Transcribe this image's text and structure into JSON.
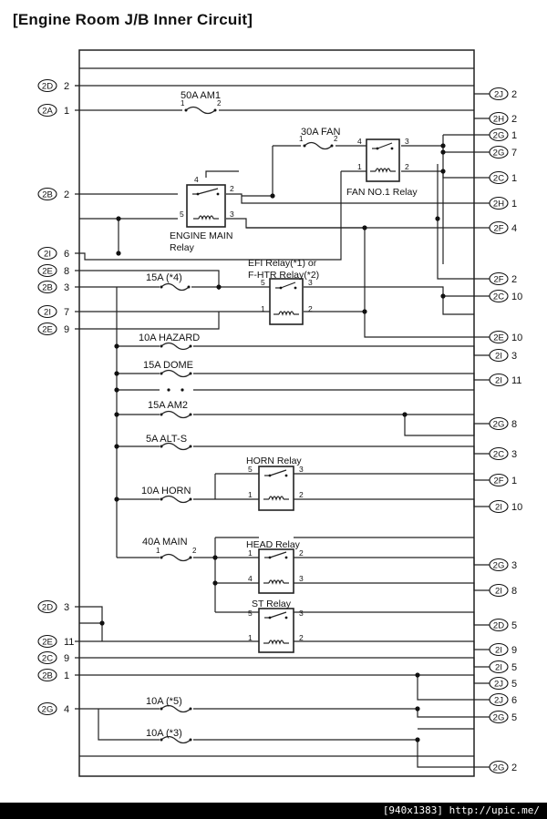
{
  "title": "[Engine Room J/B Inner Circuit]",
  "footer": "[940x1383] http://upic.me/",
  "left_terminals": [
    {
      "conn": "2D",
      "pin": "2"
    },
    {
      "conn": "2A",
      "pin": "1"
    },
    {
      "conn": "2B",
      "pin": "2"
    },
    {
      "conn": "2I",
      "pin": "6"
    },
    {
      "conn": "2E",
      "pin": "8"
    },
    {
      "conn": "2B",
      "pin": "3"
    },
    {
      "conn": "2I",
      "pin": "7"
    },
    {
      "conn": "2E",
      "pin": "9"
    },
    {
      "conn": "2D",
      "pin": "3"
    },
    {
      "conn": "2E",
      "pin": "11"
    },
    {
      "conn": "2C",
      "pin": "9"
    },
    {
      "conn": "2B",
      "pin": "1"
    },
    {
      "conn": "2G",
      "pin": "4"
    }
  ],
  "right_terminals": [
    {
      "conn": "2J",
      "pin": "2"
    },
    {
      "conn": "2H",
      "pin": "2"
    },
    {
      "conn": "2G",
      "pin": "1"
    },
    {
      "conn": "2G",
      "pin": "7"
    },
    {
      "conn": "2C",
      "pin": "1"
    },
    {
      "conn": "2H",
      "pin": "1"
    },
    {
      "conn": "2F",
      "pin": "4"
    },
    {
      "conn": "2F",
      "pin": "2"
    },
    {
      "conn": "2C",
      "pin": "10"
    },
    {
      "conn": "2E",
      "pin": "10"
    },
    {
      "conn": "2I",
      "pin": "3"
    },
    {
      "conn": "2I",
      "pin": "11"
    },
    {
      "conn": "2G",
      "pin": "8"
    },
    {
      "conn": "2C",
      "pin": "3"
    },
    {
      "conn": "2F",
      "pin": "1"
    },
    {
      "conn": "2I",
      "pin": "10"
    },
    {
      "conn": "2G",
      "pin": "3"
    },
    {
      "conn": "2I",
      "pin": "8"
    },
    {
      "conn": "2D",
      "pin": "5"
    },
    {
      "conn": "2I",
      "pin": "9"
    },
    {
      "conn": "2I",
      "pin": "5"
    },
    {
      "conn": "2J",
      "pin": "5"
    },
    {
      "conn": "2J",
      "pin": "6"
    },
    {
      "conn": "2G",
      "pin": "5"
    },
    {
      "conn": "2G",
      "pin": "2"
    }
  ],
  "fuses": [
    {
      "label": "50A AM1",
      "p1": "1",
      "p2": "2"
    },
    {
      "label": "30A FAN",
      "p1": "1",
      "p2": "2"
    },
    {
      "label": "15A (*4)",
      "p1": "",
      "p2": ""
    },
    {
      "label": "10A HAZARD",
      "p1": "",
      "p2": ""
    },
    {
      "label": "15A DOME",
      "p1": "",
      "p2": ""
    },
    {
      "label": "15A AM2",
      "p1": "",
      "p2": ""
    },
    {
      "label": "5A ALT-S",
      "p1": "",
      "p2": ""
    },
    {
      "label": "10A HORN",
      "p1": "",
      "p2": ""
    },
    {
      "label": "40A MAIN",
      "p1": "1",
      "p2": "2"
    },
    {
      "label": "10A (*5)",
      "p1": "",
      "p2": ""
    },
    {
      "label": "10A (*3)",
      "p1": "",
      "p2": ""
    }
  ],
  "relays": [
    {
      "name": "FAN NO.1 Relay",
      "pins": [
        "4",
        "3",
        "1",
        "2"
      ]
    },
    {
      "name": "ENGINE MAIN",
      "name2": "Relay",
      "pins": [
        "4",
        "2",
        "5",
        "3"
      ]
    },
    {
      "name": "EFI Relay(*1) or",
      "name2": "F-HTR Relay(*2)",
      "pins": [
        "5",
        "3",
        "1",
        "2"
      ]
    },
    {
      "name": "HORN Relay",
      "pins": [
        "5",
        "3",
        "1",
        "2"
      ]
    },
    {
      "name": "HEAD Relay",
      "pins": [
        "1",
        "2",
        "4",
        "3"
      ]
    },
    {
      "name": "ST Relay",
      "pins": [
        "5",
        "3",
        "1",
        "2"
      ]
    }
  ]
}
